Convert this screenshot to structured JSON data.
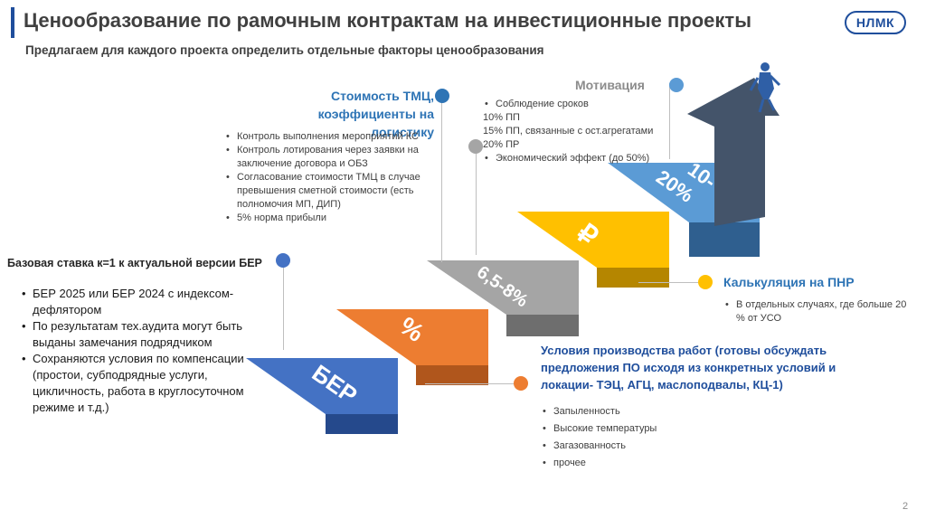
{
  "header": {
    "title": "Ценообразование по рамочным контрактам на инвестиционные проекты",
    "subtitle": "Предлагаем для каждого проекта определить отдельные факторы ценообразования",
    "logo_text": "НЛМК"
  },
  "steps": {
    "step1": "БЕР",
    "step2": "%",
    "step3": "6,5-8%",
    "step4": "₽",
    "step5_line1": "10-",
    "step5_line2": "20%"
  },
  "base": {
    "heading": "Базовая ставка к=1 к актуальной версии БЕР",
    "items": [
      "БЕР 2025 или БЕР 2024 с индексом-дефлятором",
      "По результатам тех.аудита могут быть выданы замечания подрядчиком",
      "Сохраняются условия по компенсации (простои, субподрядные услуги, цикличность, работа в круглосуточном режиме и т.д.)"
    ]
  },
  "tmc": {
    "heading_line1": "Стоимость ТМЦ,",
    "heading_line2": "коэффициенты на логистику",
    "items": [
      "Контроль выполнения мероприятий КС",
      "Контроль лотирования через заявки на заключение договора и ОБЗ",
      "Согласование стоимости ТМЦ в случае превышения сметной стоимости (есть полномочия МП, ДИП)",
      "5% норма прибыли"
    ]
  },
  "motivation": {
    "heading": "Мотивация",
    "item1": "Соблюдение сроков",
    "line1": "10% ПП",
    "line2": "15% ПП, связанные с ост.агрегатами",
    "line3": "20% ПР",
    "item2": "Экономический эффект (до 50%)"
  },
  "pnr": {
    "heading": "Калькуляция на ПНР",
    "items": [
      "В отдельных случаях, где больше 20 % от УСО"
    ]
  },
  "conditions": {
    "heading": "Условия производства работ (готовы обсуждать предложения ПО исходя из конкретных условий и локации- ТЭЦ, АГЦ, маслоподвалы, КЦ-1)",
    "items": [
      "Запыленность",
      "Высокие температуры",
      "Загазованность",
      "прочее"
    ]
  },
  "page_number": "2",
  "colors": {
    "accent_blue": "#1f4e9c",
    "heading_blue": "#2e74b5",
    "step_blue": "#4472c4",
    "step_orange": "#ed7d31",
    "step_gray": "#a5a5a5",
    "step_yellow": "#ffc000",
    "step_lightblue": "#5b9bd5",
    "arrow_slate": "#44546a"
  }
}
